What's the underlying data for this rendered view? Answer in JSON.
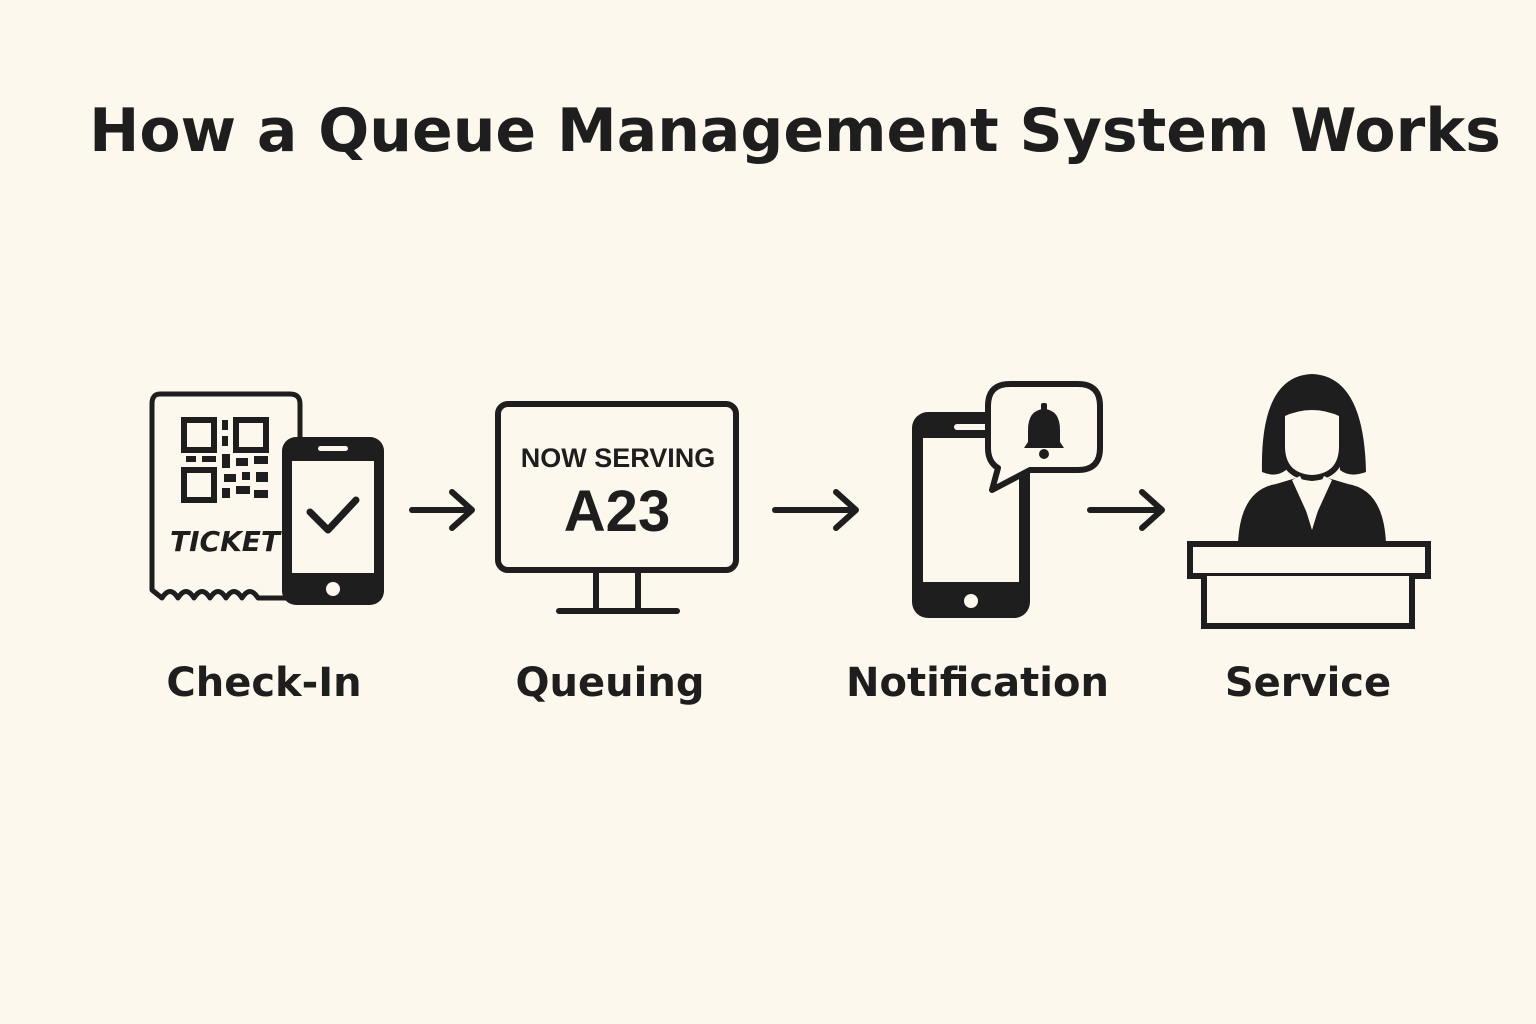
{
  "title": "How a Queue Management System Works",
  "steps": [
    {
      "label": "Check-In",
      "icon": "ticket-and-phone-icon",
      "ticket_text": "TICKET"
    },
    {
      "label": "Queuing",
      "icon": "display-monitor-icon",
      "screen_header": "NOW SERVING",
      "screen_number": "A23"
    },
    {
      "label": "Notification",
      "icon": "phone-bell-icon"
    },
    {
      "label": "Service",
      "icon": "service-desk-agent-icon"
    }
  ],
  "colors": {
    "background": "#fdf8ee",
    "ink": "#1e1e1e"
  }
}
